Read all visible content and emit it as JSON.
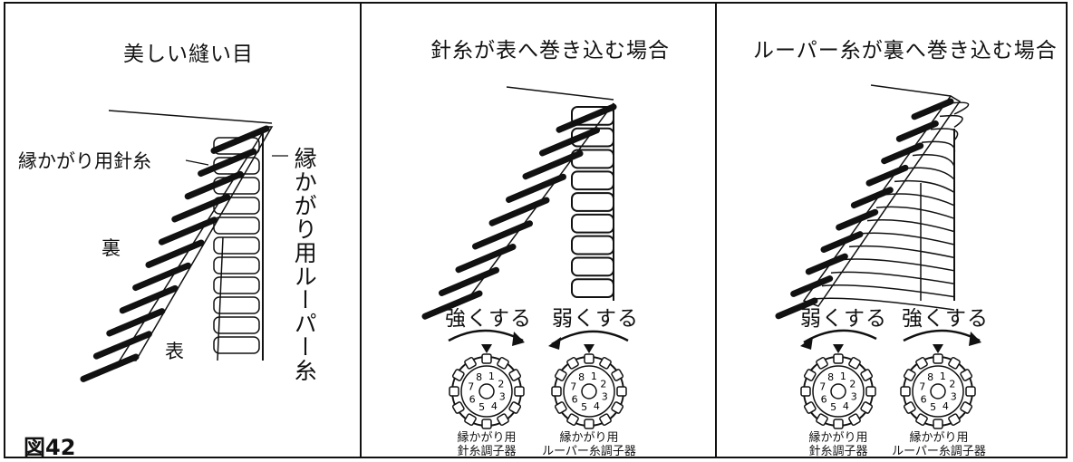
{
  "figure_label": "図42",
  "panels": [
    {
      "title": "美しい縫い目",
      "labels": {
        "needle_thread": "縁かがり用針糸",
        "looper_thread": "縁かがり用ルーパー糸",
        "back": "裏",
        "front": "表"
      }
    },
    {
      "title": "針糸が表へ巻き込む場合",
      "actions": [
        "強くする",
        "弱くする"
      ],
      "dials": [
        {
          "caption_line1": "縁かがり用",
          "caption_line2": "針糸調子器"
        },
        {
          "caption_line1": "縁かがり用",
          "caption_line2": "ルーパー糸調子器"
        }
      ]
    },
    {
      "title": "ルーパー糸が裏へ巻き込む場合",
      "actions": [
        "弱くする",
        "強くする"
      ],
      "dials": [
        {
          "caption_line1": "縁かがり用",
          "caption_line2": "針糸調子器"
        },
        {
          "caption_line1": "縁かがり用",
          "caption_line2": "ルーパー糸調子器"
        }
      ]
    }
  ],
  "dial_numbers": [
    "1",
    "2",
    "3",
    "4",
    "5",
    "6",
    "7",
    "8"
  ]
}
